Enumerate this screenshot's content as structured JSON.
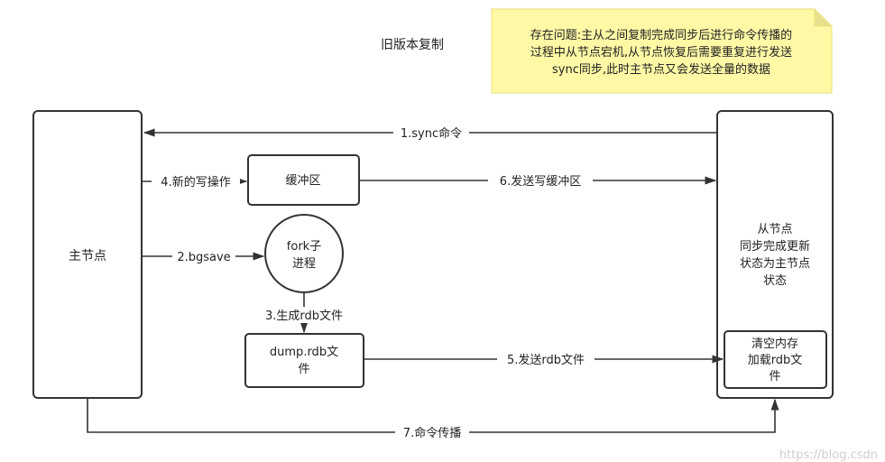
{
  "title": "旧版本复制",
  "note": {
    "lines": [
      "存在问题:主从之间复制完成同步后进行命令传播的",
      "过程中从节点宕机,从节点恢复后需要重复进行发送",
      "sync同步,此时主节点又会发送全量的数据"
    ],
    "fill": "#fff9a6"
  },
  "nodes": {
    "master": "主节点",
    "slave": [
      "从节点",
      "同步完成更新",
      "状态为主节点",
      "状态"
    ],
    "buffer": "缓冲区",
    "fork": [
      "fork子",
      "进程"
    ],
    "dump": [
      "dump.rdb文",
      "件"
    ],
    "clear": [
      "清空内存",
      "加载rdb文",
      "件"
    ]
  },
  "edges": {
    "e1": "1.sync命令",
    "e2": "2.bgsave",
    "e3": "3.生成rdb文件",
    "e4": "4.新的写操作",
    "e5": "5.发送rdb文件",
    "e6": "6.发送写缓冲区",
    "e7": "7.命令传播"
  },
  "watermark": "https://blog.csdn",
  "colors": {
    "stroke": "#333333",
    "text": "#222222",
    "bg": "#ffffff"
  }
}
